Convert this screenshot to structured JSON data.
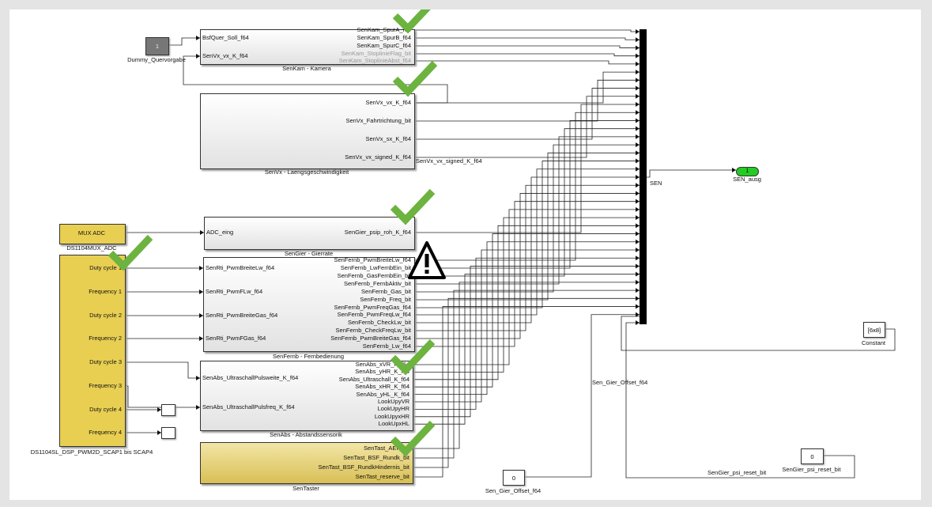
{
  "dummy": {
    "value": "1",
    "name": "Dummy_Quervorgabe"
  },
  "senkam": {
    "name": "SenKam - Kamera",
    "inputs": [
      "BsfQuer_Soll_f64",
      "SenVx_vx_K_f64"
    ],
    "outputs": [
      "SenKam_SpurA_f64",
      "SenKam_SpurB_f64",
      "SenKam_SpurC_f64",
      "SenKam_StoplinieFlag_bit",
      "SenKam_StoplinieAbst_f64"
    ]
  },
  "senvx": {
    "name": "SenVx - Laengsgeschwindigkeit",
    "inputs": [],
    "outputs": [
      "SenVx_vx_K_f64",
      "SenVx_Fahrtrichtung_bit",
      "SenVx_sx_K_f64",
      "SenVx_vx_signed_K_f64"
    ],
    "line_label": "SenVx_vx_signed_K_f64"
  },
  "sengier": {
    "name": "SenGier - Gierrate",
    "inputs": [
      "ADC_eing"
    ],
    "outputs": [
      "SenGier_psip_roh_K_f64"
    ]
  },
  "muxadc": {
    "title": "MUX ADC",
    "name": "DS1104MUX_ADC"
  },
  "pwm": {
    "name": "DS1104SL_DSP_PWM2D_SCAP1 bis SCAP4",
    "ports": [
      "Duty cycle 1",
      "Frequency 1",
      "Duty cycle 2",
      "Frequency 2",
      "Duty cycle 3",
      "Frequency 3",
      "Duty cycle 4",
      "Frequency 4"
    ]
  },
  "senfernb": {
    "name": "SenFernb - Fernbedienung",
    "inputs": [
      "SenRti_PwmBreiteLw_f64",
      "SenRti_PwmFLw_f64",
      "SenRti_PwmBreiteGas_f64",
      "SenRti_PwmFGas_f64"
    ],
    "outputs": [
      "SenFernb_PwmBreiteLw_f64",
      "SenFernb_LwFernbEin_bit",
      "SenFernb_GasFernbEin_bit",
      "SenFernb_FernbAktiv_bit",
      "SenFernb_Gas_bit",
      "SenFernb_Freq_bit",
      "SenFernb_PwmFreqGas_f64",
      "SenFernb_PwmFreqLw_f64",
      "SenFernb_CheckLw_bit",
      "SenFernb_CheckFreqLw_bit",
      "SenFernb_PwmBreiteGas_f64",
      "SenFernb_Lw_f64"
    ]
  },
  "senabs": {
    "name": "SenAbs - Abstandssensorik",
    "inputs": [
      "SenAbs_UltraschallPulsweite_K_f64",
      "SenAbs_UltraschallPulsfreq_K_f64"
    ],
    "outputs": [
      "SenAbs_xVR_K_f64",
      "SenAbs_yHR_K_f64",
      "SenAbs_Ultraschall_K_f64",
      "SenAbs_xHR_K_f64",
      "SenAbs_yHL_K_f64",
      "LookUpyVR",
      "LookUpyHR",
      "LookUpyxHR",
      "LookUpxHL"
    ]
  },
  "sentaster": {
    "name": "SenTaster",
    "outputs": [
      "SenTast_AEF_bit",
      "SenTast_BSF_Rundk_bit",
      "SenTast_BSF_RundkHindernis_bit",
      "SenTast_reserve_bit"
    ]
  },
  "mux": {
    "name": "SEN"
  },
  "outport": {
    "value": "1",
    "name": "SEN_ausg",
    "color": "#22cc22"
  },
  "constant": {
    "value": "[6x8]",
    "name": "Constant"
  },
  "offset": {
    "value": "0",
    "name": "Sen_Gier_Offset_f64",
    "line_label": "Sen_Gier_Offset_f64"
  },
  "psireset": {
    "value": "0",
    "name": "SenGier_psi_reset_bit",
    "line_label": "SenGier_psi_reset_bit"
  },
  "colors": {
    "check": "#6db33f",
    "warning": "#000000"
  }
}
